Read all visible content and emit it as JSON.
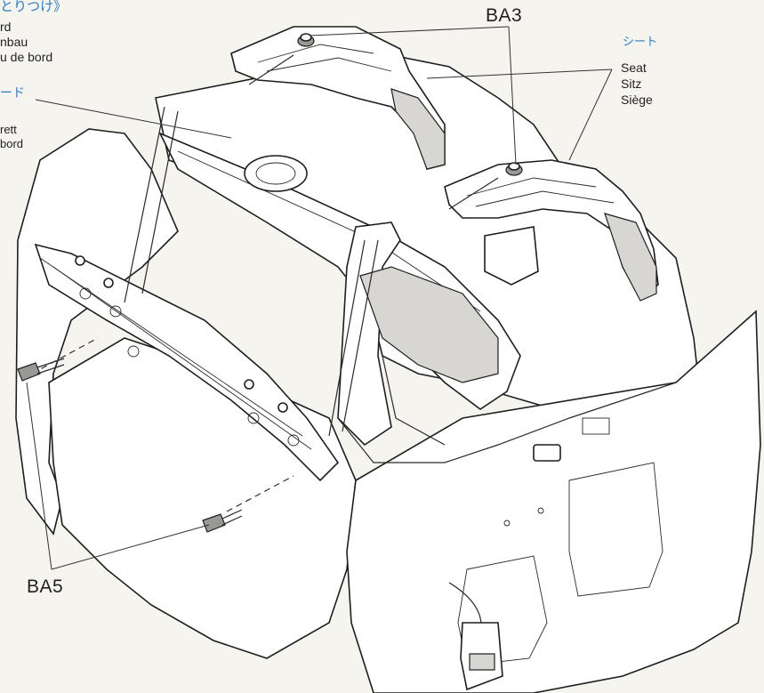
{
  "top_left": {
    "jp_heading": "とりつけ》",
    "line1": "rd",
    "line2": "nbau",
    "line3": "u de bord"
  },
  "dashboard": {
    "jp_label": "ード",
    "line1": "rett",
    "line2": "bord"
  },
  "seat": {
    "jp_label": "シート",
    "en": "Seat",
    "de": "Sitz",
    "fr": "Siège"
  },
  "parts": {
    "top_screw": "BA3",
    "bottom_screw": "BA5"
  },
  "colors": {
    "ink": "#231f20",
    "japanese_text": "#2e7bbf",
    "paper": "#f6f4ef"
  }
}
